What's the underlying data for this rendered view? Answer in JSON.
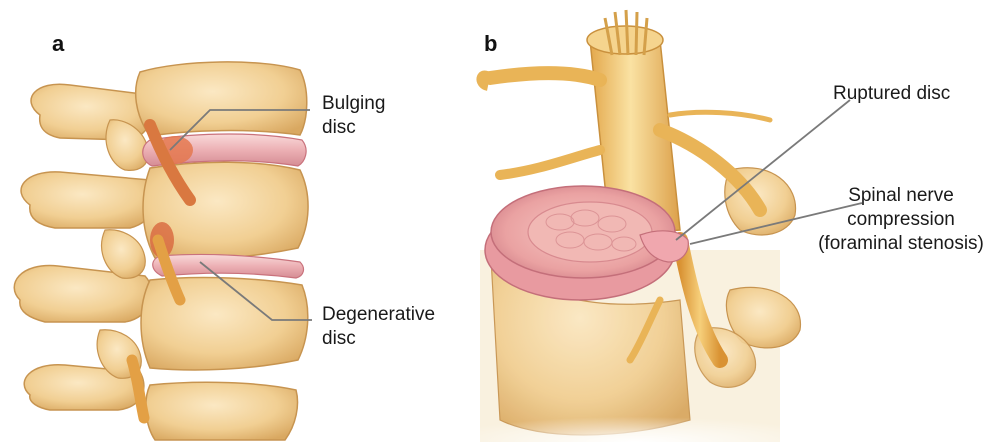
{
  "panel_a": {
    "letter": "a",
    "labels": {
      "bulging_line1": "Bulging",
      "bulging_line2": "disc",
      "degenerative_line1": "Degenerative",
      "degenerative_line2": "disc"
    }
  },
  "panel_b": {
    "letter": "b",
    "labels": {
      "ruptured": "Ruptured disc",
      "compression_line1": "Spinal nerve",
      "compression_line2": "compression",
      "compression_line3": "(foraminal stenosis)"
    }
  },
  "colors": {
    "bone": "#f2d39a",
    "bone_shadow": "#d9a861",
    "disc": "#e9a8ad",
    "disc_light": "#f6d0d0",
    "nerve": "#e7ae43",
    "inflamed": "#d8663d",
    "leader_line": "#7a7a7a"
  }
}
